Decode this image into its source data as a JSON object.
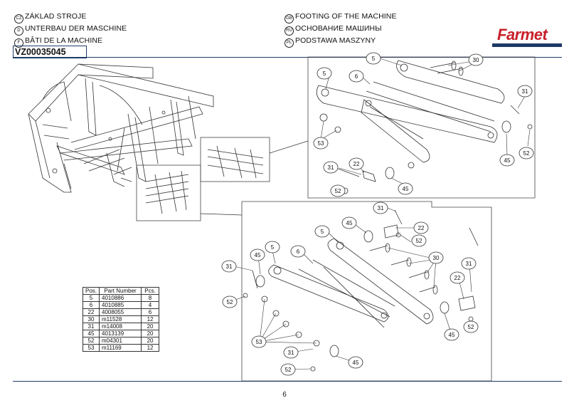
{
  "header": {
    "lines": [
      {
        "code": "CZ",
        "text": "ZÁKLAD STROJE"
      },
      {
        "code": "D",
        "text": "UNTERBAU DER MASCHINE"
      },
      {
        "code": "F",
        "text": "BÂTI DE LA MACHINE"
      },
      {
        "code": "GB",
        "text": "FOOTING OF THE MACHINE"
      },
      {
        "code": "RU",
        "text": "ОСНОВАНИЕ МАШИНЫ"
      },
      {
        "code": "PL",
        "text": "PODSTAWA MASZYNY"
      }
    ],
    "logo": "Farmet",
    "drawing_code": "VZ00035045"
  },
  "callouts": {
    "n5": "5",
    "n6": "6",
    "n22": "22",
    "n30": "30",
    "n31": "31",
    "n45": "45",
    "n52": "52",
    "n53": "53"
  },
  "parts_table": {
    "headers": [
      "Pos.",
      "Part Number",
      "Pcs."
    ],
    "rows": [
      {
        "pos": "5",
        "part": "4010886",
        "pcs": "8"
      },
      {
        "pos": "6",
        "part": "4010885",
        "pcs": "4"
      },
      {
        "pos": "22",
        "part": "4008055",
        "pcs": "6"
      },
      {
        "pos": "30",
        "part": "m11528",
        "pcs": "12"
      },
      {
        "pos": "31",
        "part": "m14008",
        "pcs": "20"
      },
      {
        "pos": "45",
        "part": "4013139",
        "pcs": "20"
      },
      {
        "pos": "52",
        "part": "m04301",
        "pcs": "20"
      },
      {
        "pos": "53",
        "part": "m11169",
        "pcs": "12"
      }
    ]
  },
  "footer": {
    "page_number": "6"
  }
}
